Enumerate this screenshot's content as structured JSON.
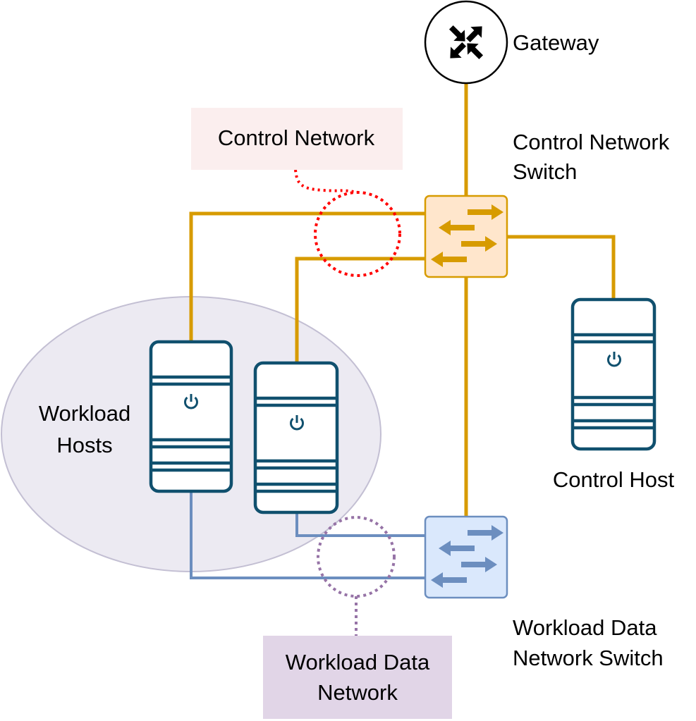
{
  "labels": {
    "gateway": "Gateway",
    "control_switch_line1": "Control Network",
    "control_switch_line2": "Switch",
    "control_network": "Control Network",
    "workload_hosts_line1": "Workload",
    "workload_hosts_line2": "Hosts",
    "control_host": "Control Host",
    "data_switch_line1": "Workload Data",
    "data_switch_line2": "Network Switch",
    "data_network_line1": "Workload Data",
    "data_network_line2": "Network"
  },
  "colors": {
    "control_link": "#d79b00",
    "data_link": "#6c8ebf",
    "control_switch_fill": "#ffe6cc",
    "data_switch_fill": "#dae8fc",
    "server_stroke": "#10506e",
    "control_callout": "#ff0000",
    "data_callout": "#9673a6",
    "control_label_bg": "#fbeeee",
    "data_label_bg": "#e1d5e7",
    "hosts_group_fill": "#eceaf2",
    "hosts_group_stroke": "#c3bfd3"
  },
  "icons": {
    "gateway": "router-icon",
    "switch": "switch-icon",
    "server": "server-icon",
    "power": "power-icon"
  }
}
